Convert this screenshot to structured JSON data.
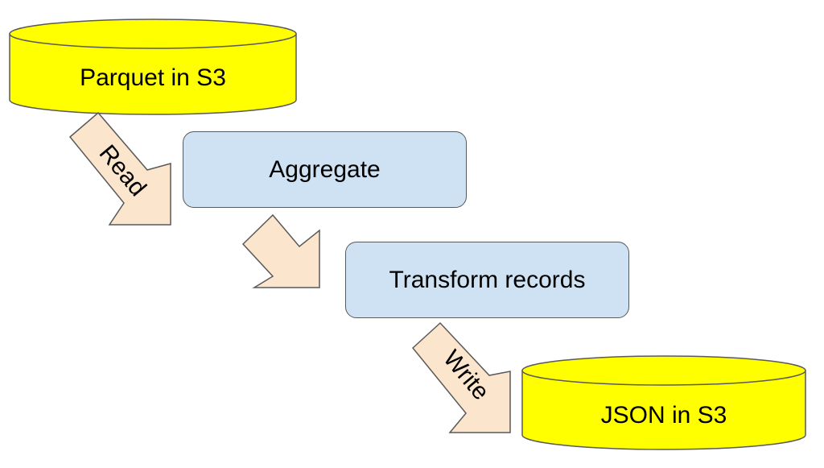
{
  "colors": {
    "cylinder_fill": "#ffff00",
    "cylinder_top": "#ffff00",
    "box_fill": "#cfe2f3",
    "arrow_fill": "#fce5cd",
    "outline": "#595959"
  },
  "nodes": {
    "source": {
      "label": "Parquet in S3",
      "shape": "cylinder"
    },
    "aggregate": {
      "label": "Aggregate",
      "shape": "rounded-rectangle"
    },
    "transform": {
      "label": "Transform records",
      "shape": "rounded-rectangle"
    },
    "sink": {
      "label": "JSON in S3",
      "shape": "cylinder"
    }
  },
  "edges": [
    {
      "from": "source",
      "to": "aggregate",
      "label": "Read"
    },
    {
      "from": "aggregate",
      "to": "transform",
      "label": ""
    },
    {
      "from": "transform",
      "to": "sink",
      "label": "Write"
    }
  ]
}
